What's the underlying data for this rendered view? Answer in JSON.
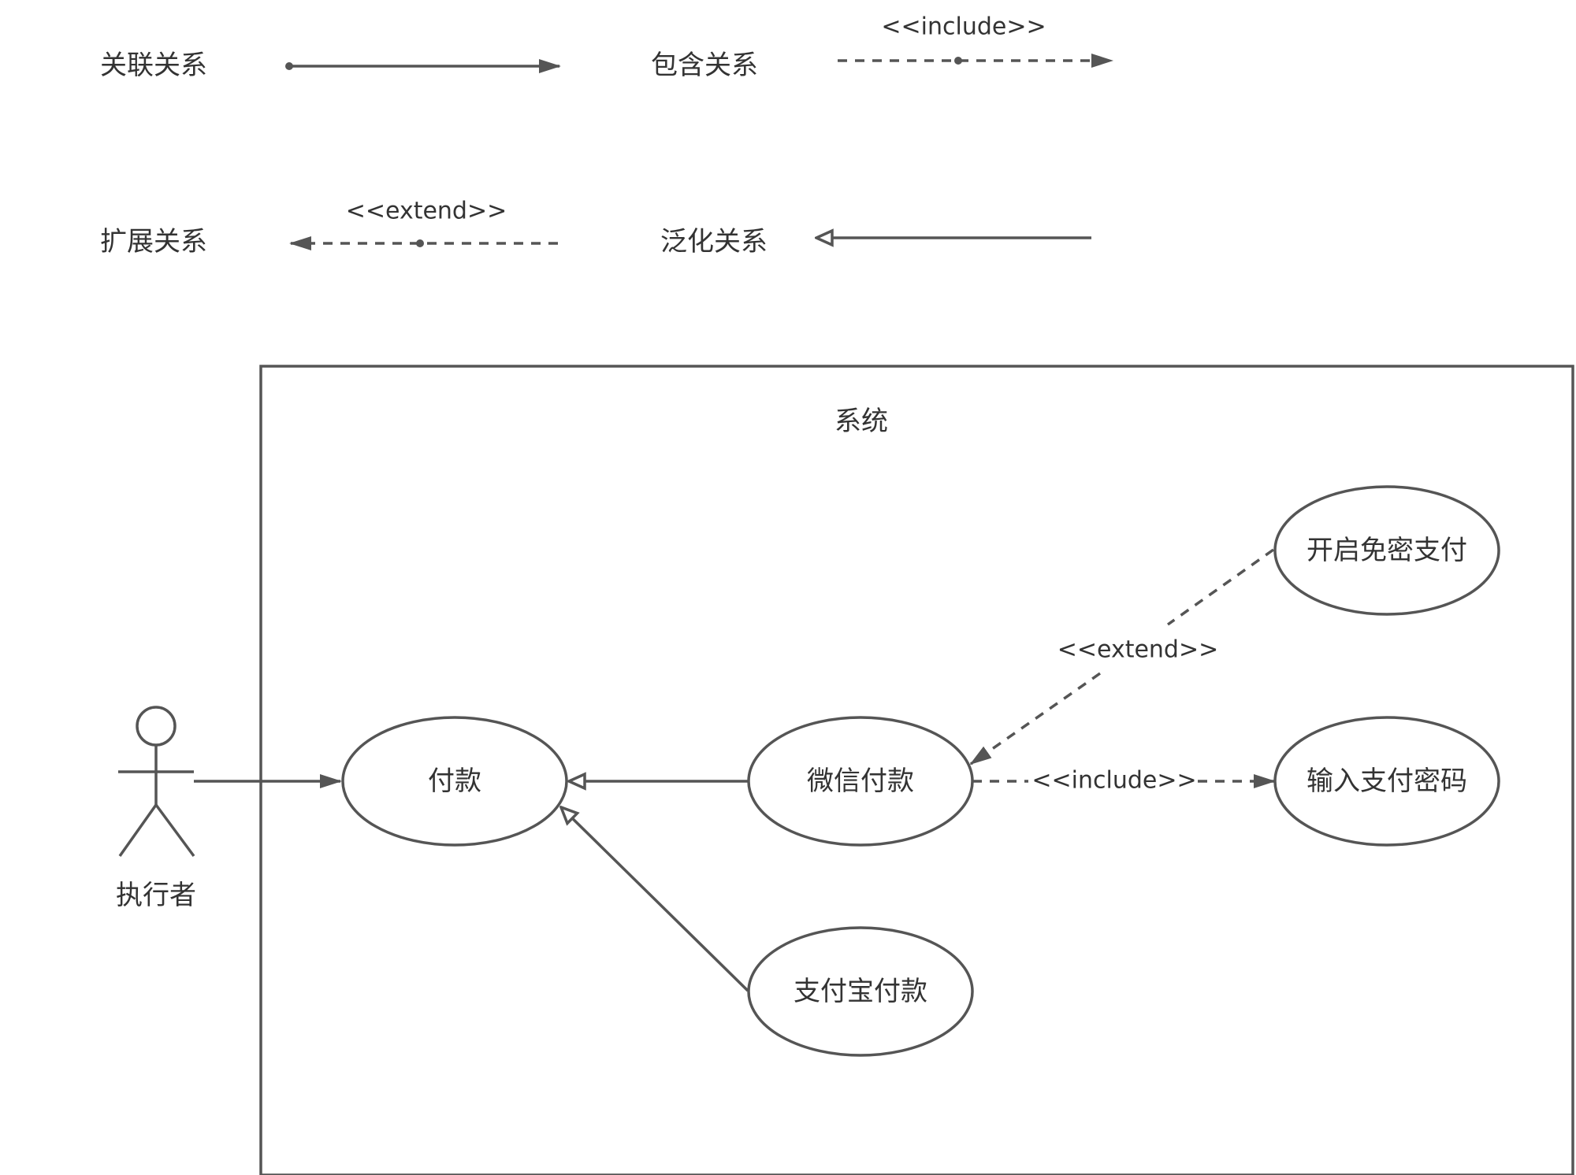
{
  "legend": {
    "association": {
      "label": "关联关系"
    },
    "include": {
      "label": "包含关系",
      "stereotype": "<<include>>"
    },
    "extend": {
      "label": "扩展关系",
      "stereotype": "<<extend>>"
    },
    "generalization": {
      "label": "泛化关系"
    }
  },
  "system": {
    "title": "系统"
  },
  "actor": {
    "label": "执行者"
  },
  "use_cases": {
    "pay": "付款",
    "wechat_pay": "微信付款",
    "alipay": "支付宝付款",
    "enable_passwordless": "开启免密支付",
    "enter_password": "输入支付密码"
  },
  "relations": {
    "extend_label": "<<extend>>",
    "include_label": "<<include>>"
  },
  "colors": {
    "line": "#555555",
    "text": "#333333",
    "background": "#ffffff"
  }
}
